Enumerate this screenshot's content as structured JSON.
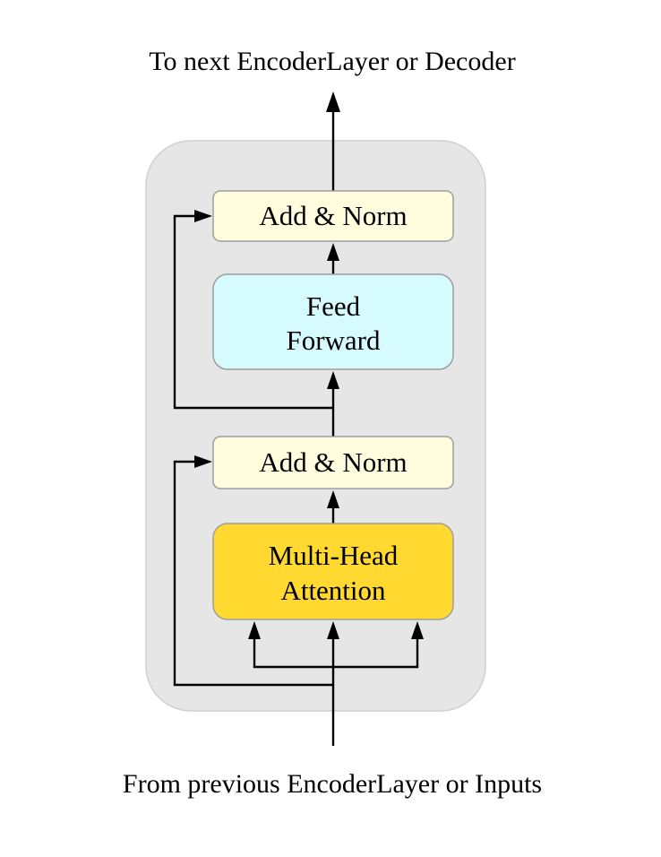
{
  "diagram": {
    "top_caption": "To next EncoderLayer or Decoder",
    "bottom_caption": "From previous EncoderLayer or Inputs",
    "blocks": {
      "add_norm_top": {
        "label": "Add & Norm",
        "color": "#FFFDDE"
      },
      "feed_forward": {
        "label_line1": "Feed",
        "label_line2": "Forward",
        "color": "#D5FBFE"
      },
      "add_norm_bottom": {
        "label": "Add & Norm",
        "color": "#FFFDDE"
      },
      "multi_head_attention": {
        "label_line1": "Multi-Head",
        "label_line2": "Attention",
        "color": "#FFD92F"
      }
    },
    "container_color": "#E6E6E6",
    "block_border_color": "#9E9E9E"
  }
}
